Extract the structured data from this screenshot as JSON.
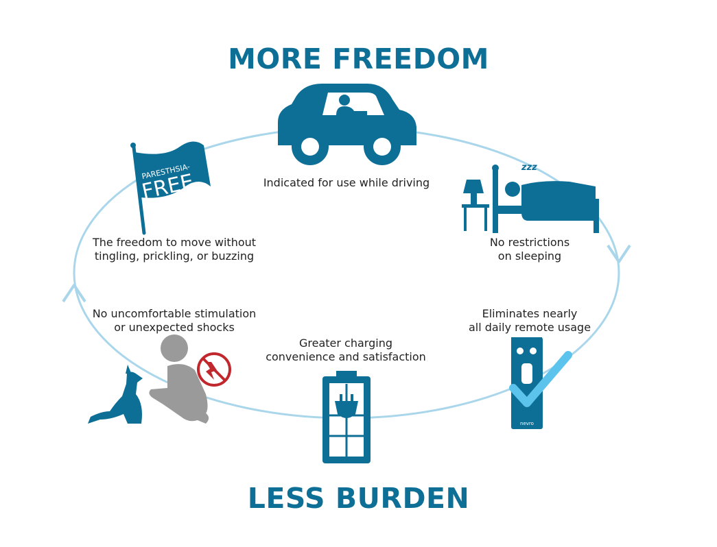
{
  "titles": {
    "top": "MORE FREEDOM",
    "bottom": "LESS BURDEN"
  },
  "flag_text": {
    "line1": "PARESTHSIA-",
    "line2": "FREE"
  },
  "device_brand": "nevro",
  "captions": {
    "driving": {
      "line1": "Indicated for use while driving"
    },
    "sleeping": {
      "line1": "No restrictions",
      "line2": "on sleeping"
    },
    "remote": {
      "line1": "Eliminates nearly",
      "line2": "all daily remote usage"
    },
    "charging": {
      "line1": "Greater charging",
      "line2": "convenience and satisfaction"
    },
    "shocks": {
      "line1": "No uncomfortable stimulation",
      "line2": "or unexpected shocks"
    },
    "paresthesia": {
      "line1": "The freedom to move without",
      "line2": "tingling, prickling, or buzzing"
    }
  },
  "colors": {
    "primary_blue": "#0d6e96",
    "cycle_light_blue": "#a9d6ea",
    "check_blue": "#5bc3ec",
    "figure_gray": "#9a9a9a",
    "no_sign_red": "#c0282d"
  }
}
